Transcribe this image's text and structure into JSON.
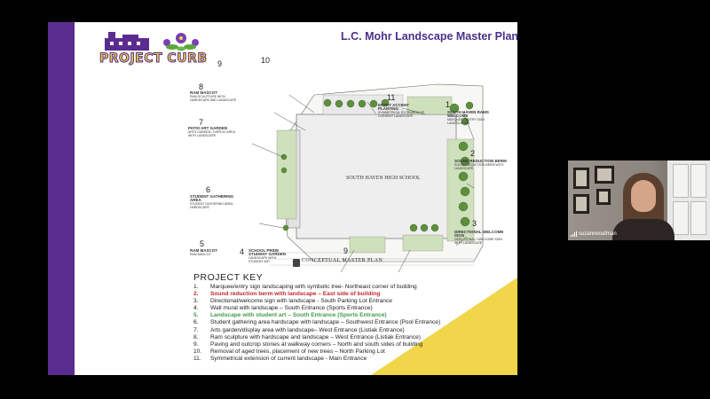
{
  "slide": {
    "logo_text": "PROJECT CURB",
    "title": "L.C. Mohr Landscape Master Plan",
    "plan": {
      "building_label": "SOUTH HAVEN HIGH SCHOOL",
      "caption": "CONCEPTUAL MASTER PLAN",
      "callout_numbers": [
        "9",
        "10",
        "8",
        "7",
        "11",
        "1",
        "2",
        "6",
        "3",
        "5",
        "4",
        "9"
      ],
      "notes": [
        {
          "title": "RAM MASCOT",
          "text": "RAM SCULPTURE WITH HARDSCAPE AND LANDSCAPE"
        },
        {
          "title": "PATIO ART GARDEN",
          "text": "ARTS GARDEN / DISPLAY AREA WITH LANDSCAPE"
        },
        {
          "title": "ENTRY ACCENT PLANTING",
          "text": "SYMMETRICAL EXTENSION OF CURRENT LANDSCAPE"
        },
        {
          "title": "SOUTH HAVEN RAMS WELCOME",
          "text": "MARQUEE / ENTRY SIGN LANDSCAPING"
        },
        {
          "title": "SOUND REDUCTION BERM",
          "text": "SOUND REDUCTION BERM WITH LANDSCAPE"
        },
        {
          "title": "STUDENT GATHERING AREA",
          "text": "STUDENT GATHERING AREA HARDSCAPE"
        },
        {
          "title": "DIRECTIONAL WELCOME SIGN",
          "text": "DIRECTIONAL / WELCOME SIGN WITH LANDSCAPE"
        },
        {
          "title": "RAM MASCOT",
          "text": "RAM MASCOT"
        },
        {
          "title": "SCHOOL PRIDE STUDENT GARDEN",
          "text": "LANDSCAPE WITH STUDENT ART"
        }
      ]
    },
    "key": {
      "title": "PROJECT KEY",
      "items": [
        {
          "num": "1.",
          "text": "Marquee/entry sign landscaping with symbolic tree- Northeast corner of building",
          "style": "normal"
        },
        {
          "num": "2.",
          "text": "Sound reduction berm with landscape – East side of building",
          "style": "red"
        },
        {
          "num": "3.",
          "text": "Directional/welcome sign with landscape - South Parking Lot Entrance",
          "style": "normal"
        },
        {
          "num": "4.",
          "text": "Wall mural with landscape – South Entrance (Sports Entrance)",
          "style": "normal"
        },
        {
          "num": "5.",
          "text": "Landscape with student art – South Entrance (Sports Entrance)",
          "style": "green"
        },
        {
          "num": "6.",
          "text": "Student gathering area hardscape with landscape – Southwest Entrance (Pool Entrance)",
          "style": "normal"
        },
        {
          "num": "7.",
          "text": "Arts garden/display area with landscape– West Entrance (Listiak Entrance)",
          "style": "normal"
        },
        {
          "num": "8.",
          "text": "Ram sculpture with hardscape and landscape – West Entrance (Listiak Entrance)",
          "style": "normal"
        },
        {
          "num": "9.",
          "text": "Paving and outcrop stones at walkway corners – North and south sides of building",
          "style": "normal"
        },
        {
          "num": "10.",
          "text": "Removal of aged trees, placement of new trees – North Parking Lot",
          "style": "normal"
        },
        {
          "num": "11.",
          "text": "Symmetrical extension of current landscape - Main Entrance",
          "style": "normal"
        }
      ]
    },
    "colors": {
      "accent_purple": "#5b2c8f",
      "accent_yellow": "#f1d54a",
      "red": "#c0282d",
      "green": "#3f9b4a"
    }
  },
  "participant": {
    "name": "suzanneoafman",
    "icon": "signal-bars-icon"
  }
}
